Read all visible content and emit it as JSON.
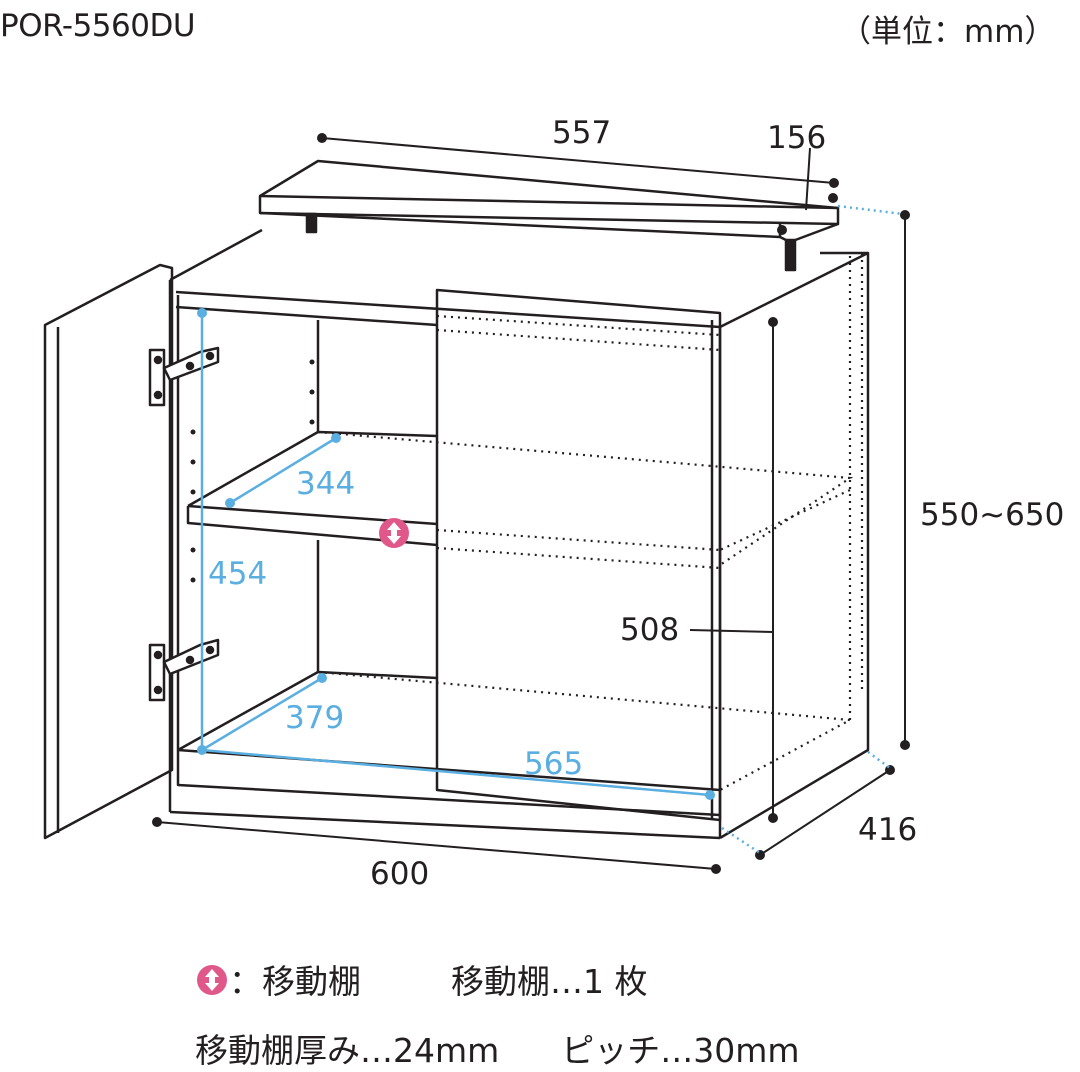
{
  "header": {
    "model": "POR-5560DU",
    "unit": "（単位：mm）"
  },
  "dimensions": {
    "top_width": "557",
    "top_depth": "156",
    "height_range": "550~650",
    "inner_height": "508",
    "body_width": "600",
    "body_depth": "416",
    "inner_clear_height": "454",
    "shelf_depth": "344",
    "bottom_depth": "379",
    "inner_width": "565"
  },
  "legend": {
    "symbol_label": "：移動棚",
    "shelf_count": "移動棚…1 枚",
    "shelf_thickness": "移動棚厚み…24mm",
    "pitch": "ピッチ…30mm"
  },
  "colors": {
    "line": "#231f20",
    "accent": "#5aaee0",
    "marker": "#e0588a"
  }
}
